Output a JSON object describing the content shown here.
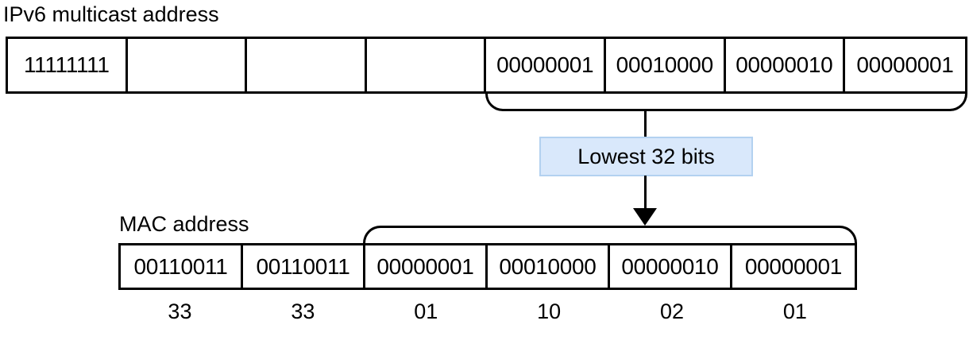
{
  "ipv6": {
    "title": "IPv6 multicast address",
    "bytes": [
      "11111111",
      "",
      "",
      "",
      "00000001",
      "00010000",
      "00000010",
      "00000001"
    ]
  },
  "mac": {
    "title": "MAC address",
    "bytes": [
      "00110011",
      "00110011",
      "00000001",
      "00010000",
      "00000010",
      "00000001"
    ],
    "hex": [
      "33",
      "33",
      "01",
      "10",
      "02",
      "01"
    ]
  },
  "annotation": {
    "badge_label": "Lowest 32 bits",
    "badge_fill": "#d9e8fb",
    "badge_border": "#b3d1f0",
    "line_color": "#000000"
  }
}
